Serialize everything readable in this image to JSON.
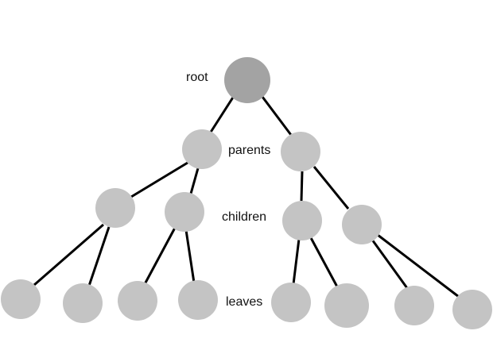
{
  "diagram": {
    "labels": {
      "root": "root",
      "parents": "parents",
      "children": "children",
      "leaves": "leaves"
    },
    "colors": {
      "root_node": "#a3a3a3",
      "node": "#c4c4c4",
      "edge": "#000000"
    },
    "structure": {
      "root": [
        "parent_left",
        "parent_right"
      ],
      "parent_left": [
        "child_1",
        "child_2"
      ],
      "parent_right": [
        "child_3",
        "child_4"
      ],
      "child_1": [
        "leaf_1",
        "leaf_2"
      ],
      "child_2": [
        "leaf_3",
        "leaf_4"
      ],
      "child_3": [
        "leaf_5",
        "leaf_6"
      ],
      "child_4": [
        "leaf_7",
        "leaf_8"
      ]
    }
  }
}
